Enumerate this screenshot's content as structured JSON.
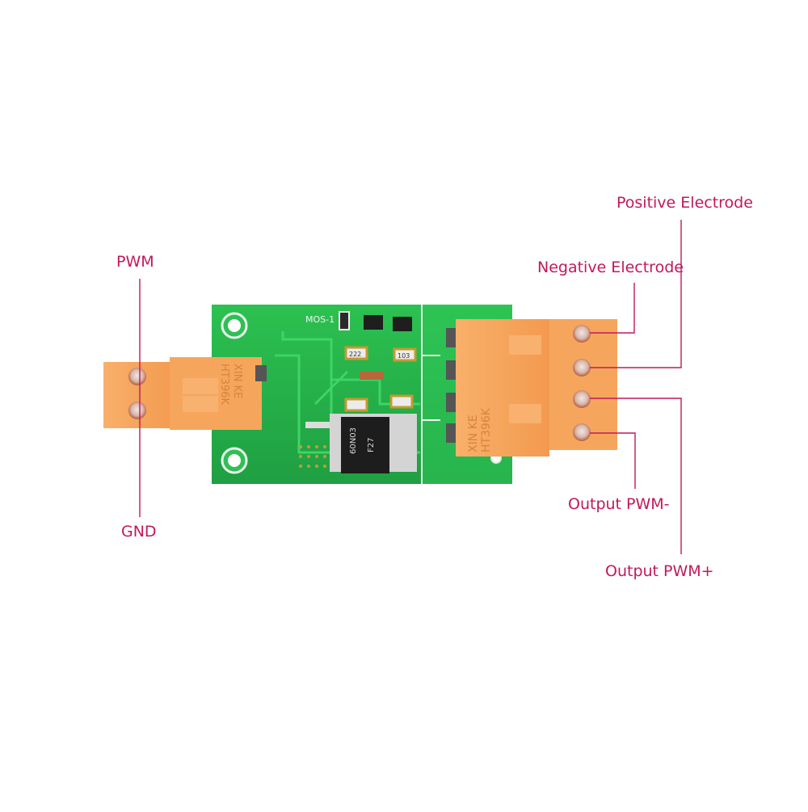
{
  "labels": {
    "pwm": "PWM",
    "gnd": "GND",
    "positive": "Positive Electrode",
    "negative": "Negative Electrode",
    "out_minus": "Output  PWM-",
    "out_plus": "Output  PWM+"
  },
  "board": {
    "silkscreen": "MOS-1",
    "mosfet_text": "60N03",
    "mosfet_code": "F27",
    "resistor_code": "222",
    "capacitor_code": "103",
    "connector_brand": "XIN KE",
    "connector_model": "HT396K"
  },
  "colors": {
    "label": "#c2185b",
    "pcb": "#24b34a",
    "connector": "#f6a860"
  }
}
